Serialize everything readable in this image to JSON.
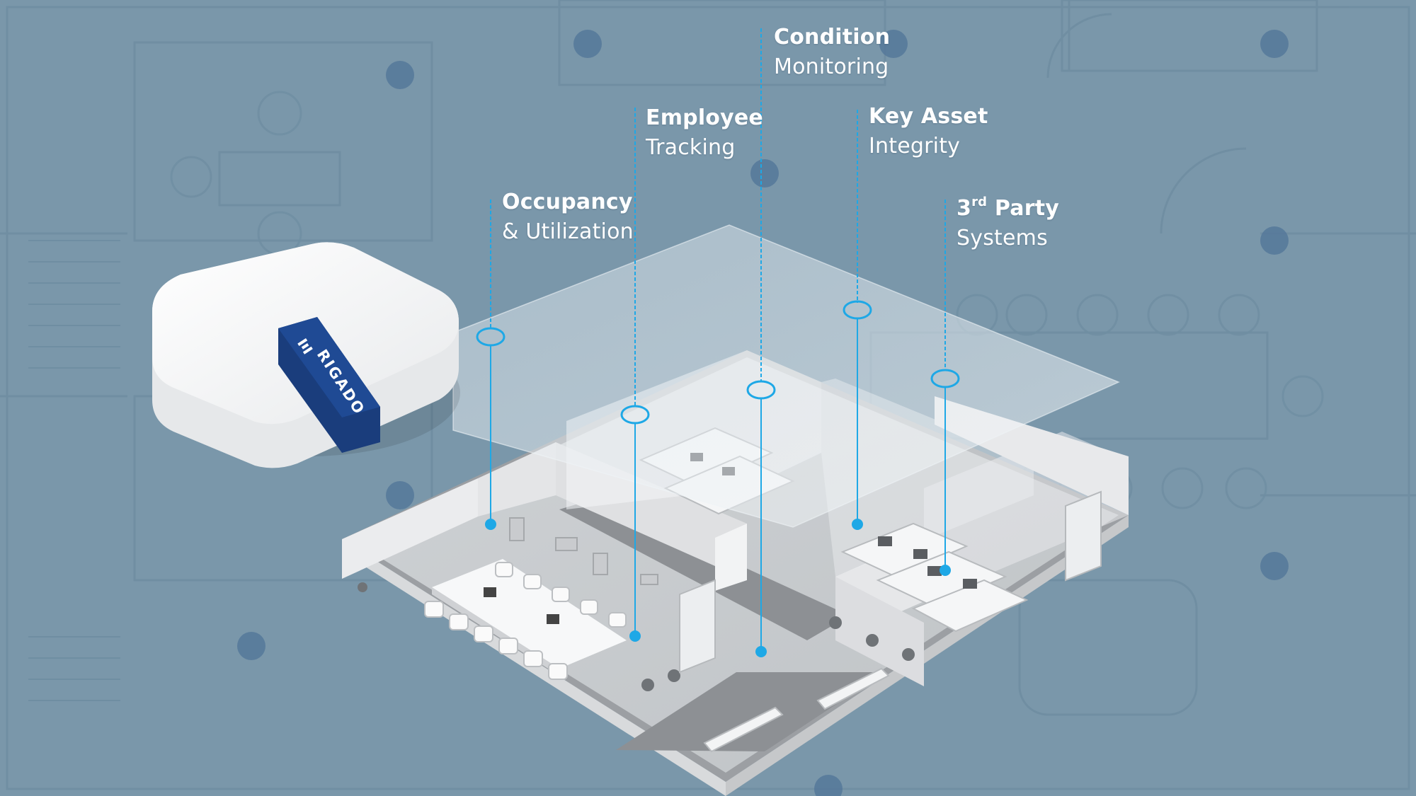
{
  "device": {
    "brand": "RIGADO"
  },
  "callouts": [
    {
      "id": "occupancy",
      "title": "Occupancy",
      "subtitle": "& Utilization"
    },
    {
      "id": "employee",
      "title": "Employee",
      "subtitle": "Tracking"
    },
    {
      "id": "condition",
      "title": "Condition",
      "subtitle": "Monitoring"
    },
    {
      "id": "keyasset",
      "title": "Key Asset",
      "subtitle": "Integrity"
    },
    {
      "id": "thirdparty",
      "title": "3",
      "title_sup": "rd",
      "title_rest": " Party",
      "subtitle": "Systems"
    }
  ],
  "colors": {
    "background": "#7a97aa",
    "accent": "#1ea8e6",
    "device_band": "#1a3d7c",
    "device_body": "#f4f5f6"
  }
}
